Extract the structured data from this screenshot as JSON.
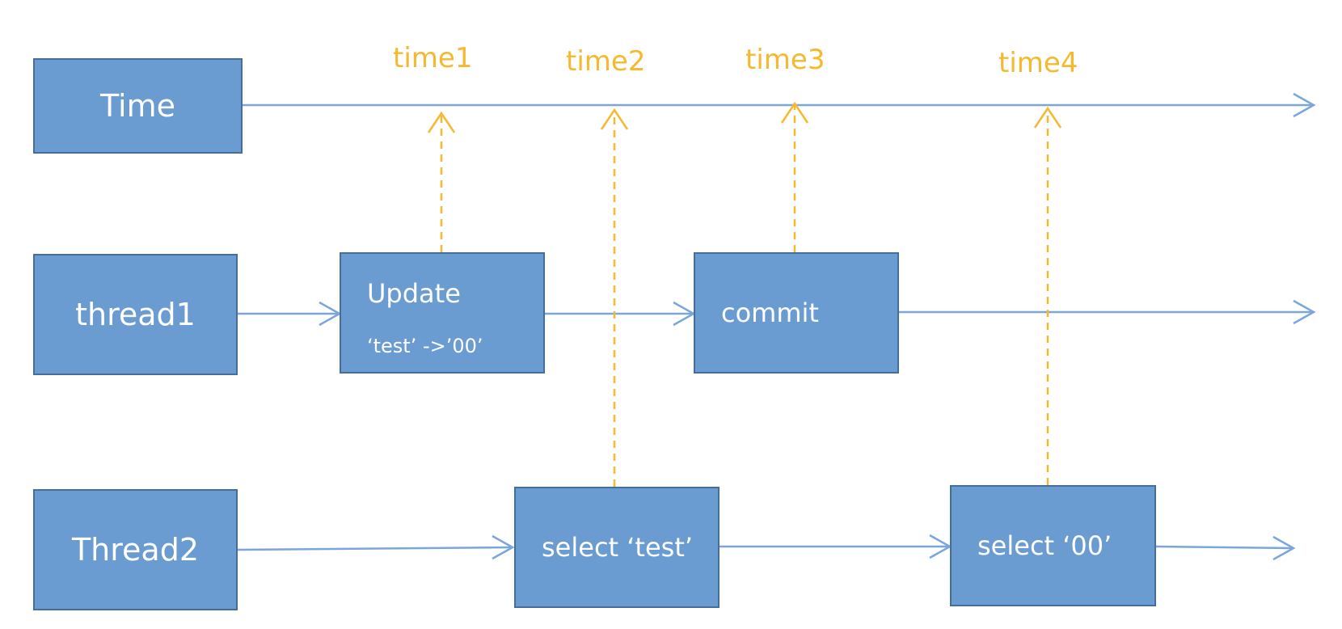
{
  "rows": {
    "time": "Time",
    "thread1": "thread1",
    "thread2": "Thread2"
  },
  "time_labels": [
    "time1",
    "time2",
    "time3",
    "time4"
  ],
  "steps": {
    "update_title": "Update",
    "update_detail": "‘test’ ->’00’",
    "commit": "commit",
    "select_test": "select ‘test’",
    "select_00": "select ‘00’"
  },
  "colors": {
    "box_fill": "#6a9bd1",
    "box_border": "#456f99",
    "arrow_blue": "#7aa6dc",
    "time_orange": "#f5b930"
  }
}
